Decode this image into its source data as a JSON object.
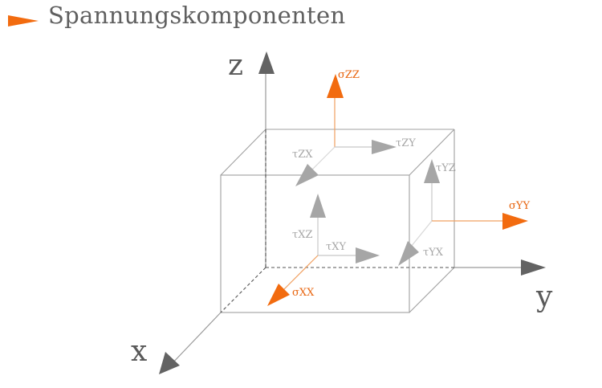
{
  "title": "Spannungskomponenten",
  "axes": {
    "x": "x",
    "y": "y",
    "z": "z"
  },
  "normal_stresses": {
    "xx": "σXX",
    "yy": "σYY",
    "zz": "σZZ"
  },
  "shear_stresses": {
    "zx": "τZX",
    "zy": "τZY",
    "yz": "τYZ",
    "yx": "τYX",
    "xz": "τXZ",
    "xy": "τXY"
  },
  "colors": {
    "accent": "#f26b0f",
    "axis": "#636363",
    "shear": "#a6a6a6",
    "edge": "#a0a0a0"
  }
}
